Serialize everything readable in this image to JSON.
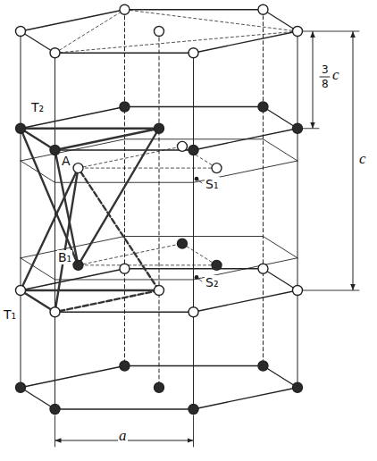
{
  "diagram": {
    "labels": [
      "T₂",
      "A",
      "S₁",
      "B₁",
      "S₂",
      "T₁",
      "3",
      "8",
      "c",
      "c",
      "a"
    ]
  }
}
